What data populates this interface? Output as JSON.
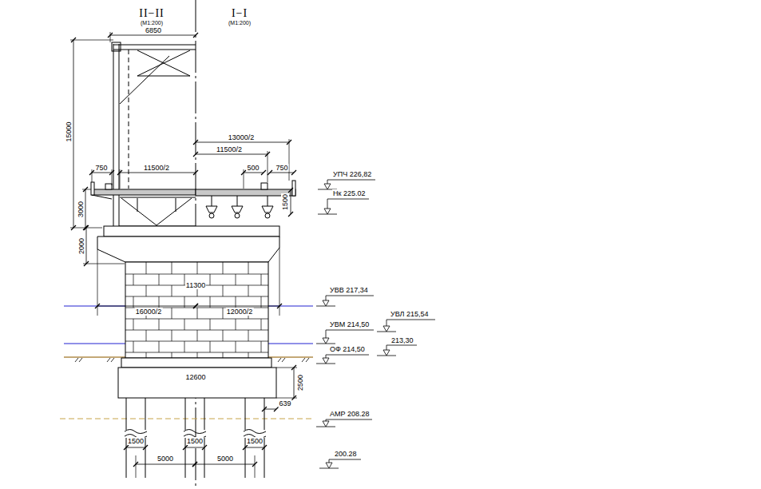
{
  "diagram": {
    "labels": [
      "II−II",
      "(М1:200)",
      "I−I",
      "(М1:200)",
      "6850",
      "15000",
      "13000/2",
      "11500/2",
      "750",
      "11500/2",
      "500",
      "750",
      "УПЧ 226,82",
      "Нк 225.02",
      "3000",
      "1500",
      "2000",
      "11300",
      "УВВ 217,34",
      "16000/2",
      "12000/2",
      "УВЛ 215,54",
      "УВМ 214,50",
      "213,30",
      "ОФ 214,50",
      "12600",
      "2500",
      "639",
      "АМР 208.28",
      "1500",
      "1500",
      "1500",
      "5000",
      "5000",
      "200.28"
    ]
  }
}
